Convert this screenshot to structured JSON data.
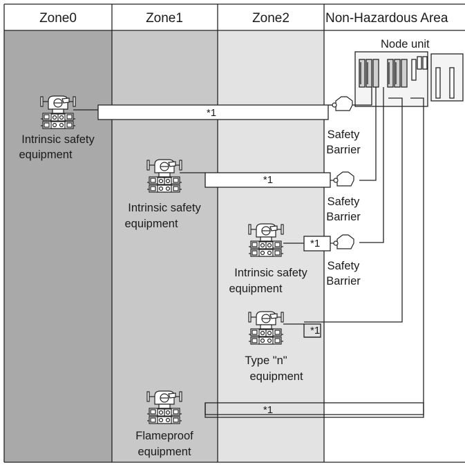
{
  "headers": {
    "zone0": "Zone0",
    "zone1": "Zone1",
    "zone2": "Zone2",
    "non_hazardous": "Non-Hazardous Area"
  },
  "node_unit": {
    "label": "Node unit"
  },
  "cable_note": "*1",
  "devices": [
    {
      "line1": "Intrinsic safety",
      "line2": "equipment"
    },
    {
      "line1": "Intrinsic safety",
      "line2": "equipment"
    },
    {
      "line1": "Intrinsic safety",
      "line2": "equipment"
    },
    {
      "line1": "Type \"n\"",
      "line2": "equipment"
    },
    {
      "line1": "Flameproof",
      "line2": "equipment"
    }
  ],
  "barriers": [
    {
      "line1": "Safety",
      "line2": "Barrier"
    },
    {
      "line1": "Safety",
      "line2": "Barrier"
    },
    {
      "line1": "Safety",
      "line2": "Barrier"
    }
  ],
  "colors": {
    "zone0": "#a9a9a9",
    "zone1": "#c8c8c8",
    "zone2": "#e3e3e3",
    "non_hazardous": "#ffffff",
    "line": "#222222"
  }
}
